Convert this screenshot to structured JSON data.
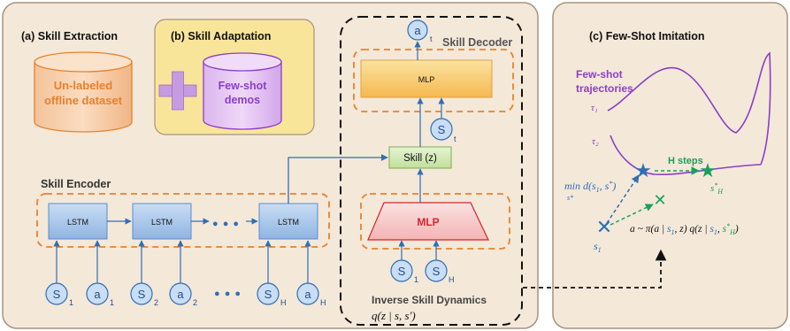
{
  "panels": {
    "extraction_title": "(a) Skill Extraction",
    "adaptation_title": "(b) Skill Adaptation",
    "imitation_title": "(c) Few-Shot Imitation"
  },
  "extraction": {
    "dataset_line1": "Un-labeled",
    "dataset_line2": "offline dataset"
  },
  "adaptation": {
    "plus": "+",
    "demos_line1": "Few-shot",
    "demos_line2": "demos"
  },
  "encoder": {
    "title": "Skill Encoder",
    "lstm_label": "LSTM",
    "dots": "● ● ●",
    "inputs": [
      {
        "main": "S",
        "sub": "1"
      },
      {
        "main": "a",
        "sub": "1"
      },
      {
        "main": "S",
        "sub": "2"
      },
      {
        "main": "a",
        "sub": "2"
      },
      {
        "main": "S",
        "sub": "H"
      },
      {
        "main": "a",
        "sub": "H"
      }
    ]
  },
  "decoder": {
    "title": "Skill Decoder",
    "mlp_label": "MLP",
    "output": {
      "main": "a",
      "sub": "t"
    },
    "state": {
      "main": "S",
      "sub": "t"
    },
    "skill_label": "Skill (z)"
  },
  "dynamics": {
    "mlp_label": "MLP",
    "inputs": [
      {
        "main": "S",
        "sub": "1"
      },
      {
        "main": "S",
        "sub": "H"
      }
    ],
    "title": "Inverse Skill Dynamics",
    "formula": "q(z | s, s′)"
  },
  "imitation": {
    "traj_line1": "Few-shot",
    "traj_line2": "trajectories",
    "tau1": "τ₁",
    "tau2": "τ₂",
    "h_steps": "H steps",
    "min_label": "min d(s₁, s*)",
    "min_sub": "s*",
    "s_star_h": "s*H",
    "s1": "s₁",
    "policy_formula": "a ~ π(a | s₁, z) q(z | s₁, s*H)"
  },
  "colors": {
    "panel_fill": "#f4e8d9",
    "panel_border": "#a59480",
    "adapt_fill": "#f8e59a",
    "orange": "#e8812a",
    "purple": "#8a3fc8",
    "blue": "#2f6fb5",
    "green": "#1aa05a",
    "red": "#d8232a"
  }
}
